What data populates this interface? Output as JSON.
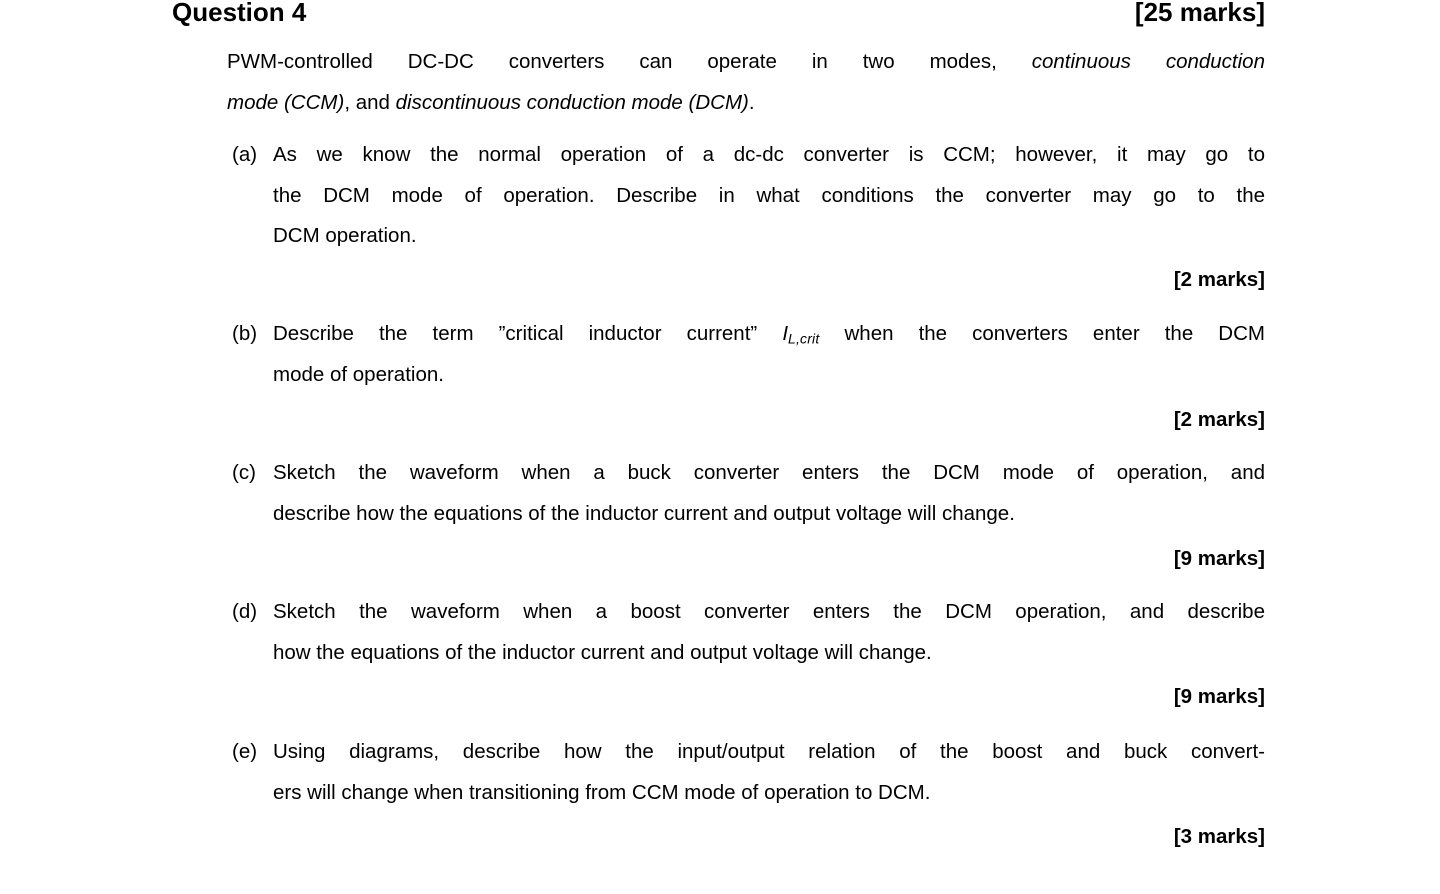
{
  "page": {
    "background_color": "#ffffff",
    "text_color": "#000000"
  },
  "header": {
    "title": "Question 4",
    "total_marks": "[25 marks]"
  },
  "intro": {
    "line1_normal": "PWM-controlled DC-DC converters can operate in two modes, ",
    "line1_italic": "continuous conduction",
    "line2_italic1": "mode (CCM)",
    "line2_normal1": ", and ",
    "line2_italic2": "discontinuous conduction mode (DCM)",
    "line2_normal2": "."
  },
  "items": [
    {
      "label": "(a)",
      "lines": [
        "As we know the normal operation of a dc-dc converter is CCM; however, it may go to",
        "the DCM mode of operation. Describe in what conditions the converter may go to the",
        "DCM operation."
      ],
      "marks": "[2 marks]"
    },
    {
      "label": "(b)",
      "line1_pre": "Describe the term ”critical inductor current” ",
      "math_base": "I",
      "math_sub": "L,crit",
      "line1_post": " when the converters enter the DCM",
      "line2": "mode of operation.",
      "marks": "[2 marks]"
    },
    {
      "label": "(c)",
      "lines": [
        "Sketch the waveform when a buck converter enters the DCM mode of operation, and",
        "describe how the equations of the inductor current and output voltage will change."
      ],
      "marks": "[9 marks]"
    },
    {
      "label": "(d)",
      "lines": [
        "Sketch the waveform when a boost converter enters the DCM operation, and describe",
        "how the equations of the inductor current and output voltage will change."
      ],
      "marks": "[9 marks]"
    },
    {
      "label": "(e)",
      "lines": [
        "Using diagrams, describe how the input/output relation of the boost and buck convert-",
        "ers will change when transitioning from CCM mode of operation to DCM."
      ],
      "marks": "[3 marks]"
    }
  ]
}
